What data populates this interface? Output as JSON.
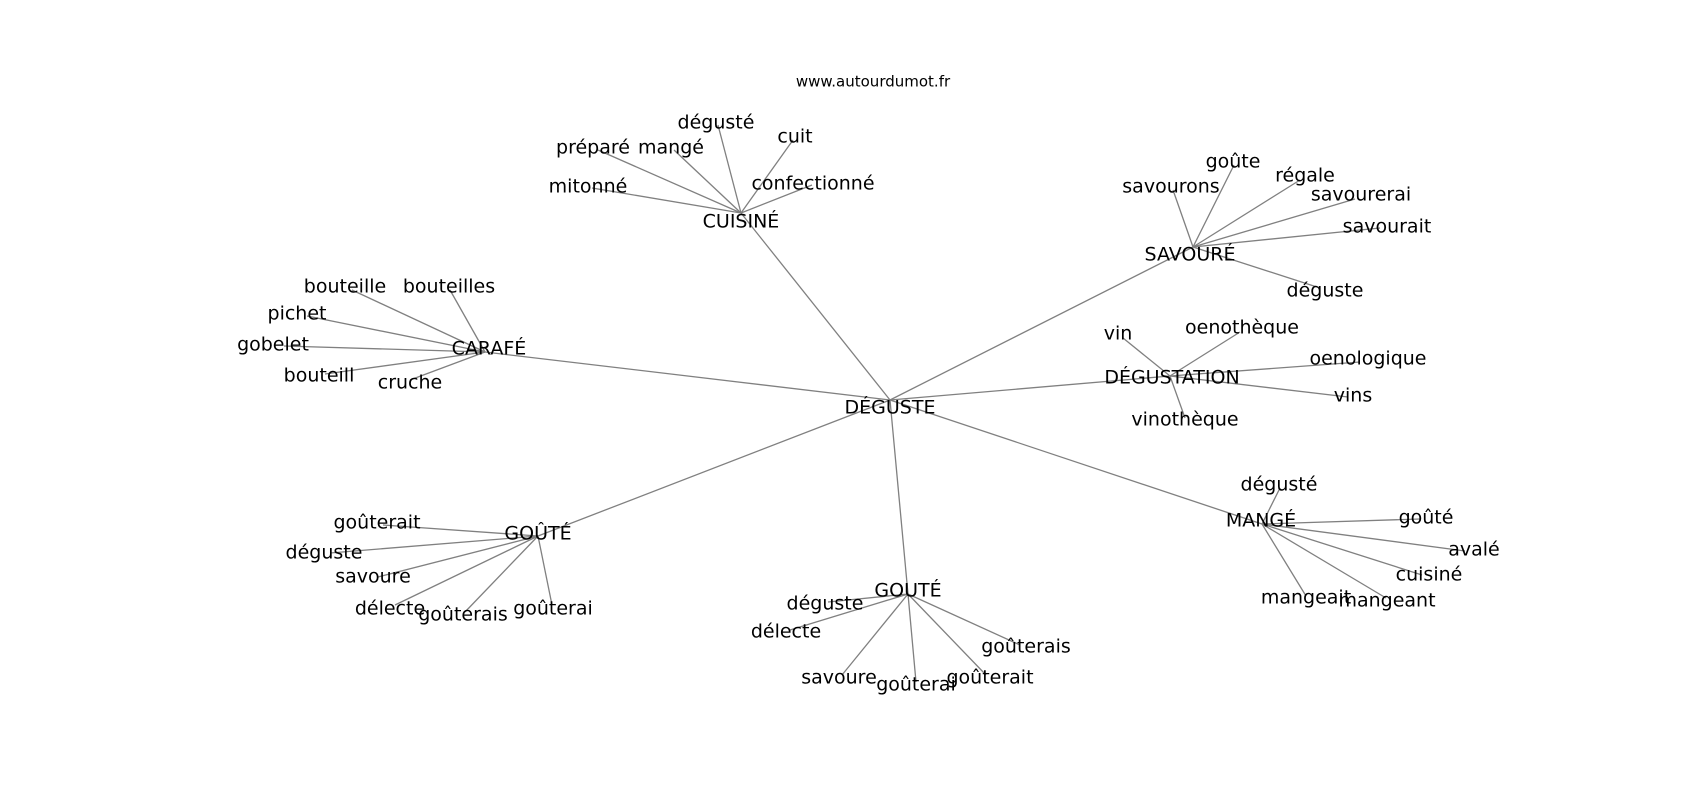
{
  "watermark": "www.autourdumot.fr",
  "graph": {
    "root": "DÉGUSTE",
    "clusters": [
      {
        "hub": "CUISINÉ",
        "leaves": [
          "mitonné",
          "préparé",
          "mangé",
          "dégusté",
          "cuit",
          "confectionné"
        ]
      },
      {
        "hub": "SAVOURÉ",
        "leaves": [
          "savourons",
          "goûte",
          "régale",
          "savourerai",
          "savourait",
          "déguste"
        ]
      },
      {
        "hub": "CARAFÉ",
        "leaves": [
          "bouteille",
          "bouteilles",
          "pichet",
          "gobelet",
          "bouteill",
          "cruche"
        ]
      },
      {
        "hub": "DÉGUSTATION",
        "leaves": [
          "vin",
          "oenothèque",
          "oenologique",
          "vins",
          "vinothèque"
        ]
      },
      {
        "hub": "GOÛTÉ",
        "leaves": [
          "goûterait",
          "déguste",
          "savoure",
          "délecte",
          "goûterais",
          "goûterai"
        ]
      },
      {
        "hub": "GOUTÉ",
        "leaves": [
          "déguste",
          "délecte",
          "savoure",
          "goûterai",
          "goûterait",
          "goûterais"
        ]
      },
      {
        "hub": "MANGÉ",
        "leaves": [
          "dégusté",
          "goûté",
          "avalé",
          "cuisiné",
          "mangeant",
          "mangeait"
        ]
      }
    ]
  }
}
